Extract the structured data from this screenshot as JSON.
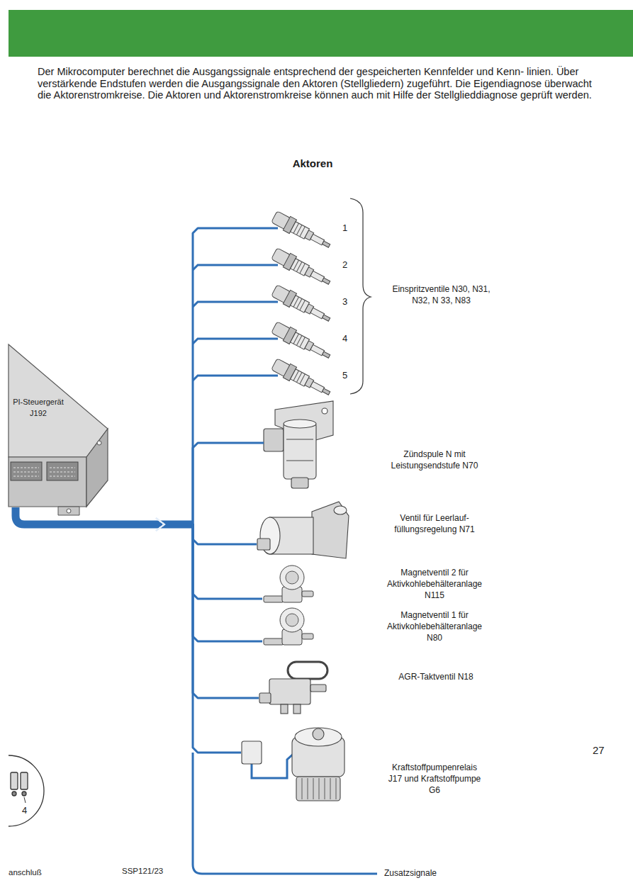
{
  "diagram": {
    "title": "Aktoren",
    "nodes": [
      {
        "text": [
          "PI-Steuergerät J192"
        ]
      },
      {
        "text": [
          "Einspritzventile N30, N31, N32, N 33, N83"
        ]
      },
      {
        "text": [
          "Zündspule N mit Leistungsendstufe N70"
        ]
      },
      {
        "text": [
          "Ventil für Leerlauf- füllungsregelung N71"
        ]
      },
      {
        "text": [
          "Magnetventil 2 für Aktivkohlebehälteranlage N115"
        ]
      },
      {
        "text": [
          "Magnetventil 1 für Aktivkohlebehälteranlage N80"
        ]
      },
      {
        "text": [
          "AGR-Taktventil N18"
        ]
      },
      {
        "text": [
          "Kraftstoffpumpenrelais J17 und Kraftstoffpumpe G6"
        ]
      }
    ],
    "edges": [
      {
        "from": 0,
        "to": 1,
        "arrow": "to"
      },
      {
        "from": 0,
        "to": 2,
        "arrow": "to"
      },
      {
        "from": 0,
        "to": 3,
        "arrow": "to"
      },
      {
        "from": 0,
        "to": 4,
        "arrow": "to"
      },
      {
        "from": 0,
        "to": 5,
        "arrow": "to"
      },
      {
        "from": 0,
        "to": 6,
        "arrow": "to"
      },
      {
        "from": 0,
        "to": 7,
        "arrow": "to"
      }
    ],
    "labels": [
      "Der Mikrocomputer berechnet die Ausgangssignale entsprechend der gespeicherten Kennfelder und Kenn- linien. Über verstärkende Endstufen werden die Ausgangssignale den Aktoren (Stellgliedern) zugeführt. Die Eigendiagnose überwacht die Aktorenstromkreise. Die Aktoren und Aktorenstromkreise können auch mit Hilfe der Stellglieddiagnose geprüft werden.",
      "1",
      "2",
      "3",
      "4",
      "5",
      "4",
      "anschluß",
      "SSP121/23",
      "Zusatzsignale",
      "27"
    ]
  }
}
